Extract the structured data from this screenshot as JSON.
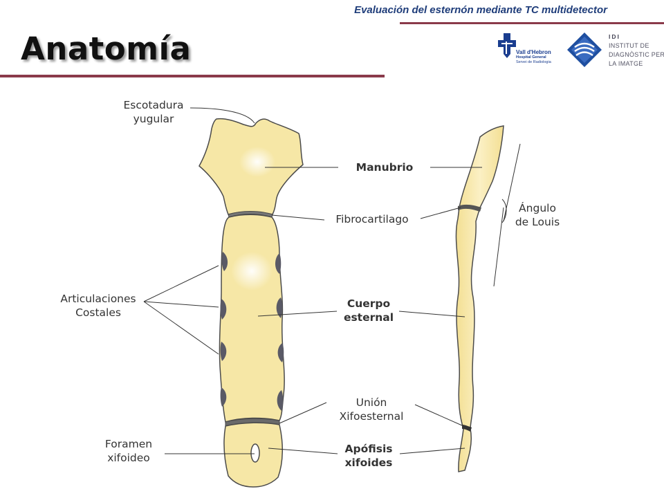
{
  "header": {
    "subtitle": "Evaluación del esternón mediante TC multidetector",
    "title": "Anatomía"
  },
  "logos": {
    "vall_hebron": {
      "name": "Vall d'Hebron",
      "line1": "Hospital General",
      "line2": "Servei de Radiologia"
    },
    "idi": {
      "abbr": "IDI",
      "line1": "INSTITUT DE",
      "line2": "DIAGNÒSTIC PER",
      "line3": "LA IMATGE"
    }
  },
  "labels": {
    "escotadura": {
      "line1": "Escotadura",
      "line2": "yugular"
    },
    "manubrio": "Manubrio",
    "fibrocartilago": "Fibrocartilago",
    "angulo": {
      "line1": "Ángulo",
      "line2": "de  Louis"
    },
    "articulaciones": {
      "line1": "Articulaciones",
      "line2": "Costales"
    },
    "cuerpo": {
      "line1": "Cuerpo",
      "line2": "esternal"
    },
    "union": {
      "line1": "Unión",
      "line2": "Xifoesternal"
    },
    "foramen": {
      "line1": "Foramen",
      "line2": "xifoideo"
    },
    "apofisis": {
      "line1": "Apófisis",
      "line2": "xifoides"
    }
  },
  "colors": {
    "bone": "#f6e7a6",
    "outline": "#4a4a4a",
    "notch": "#5a5a66",
    "accent_rule": "#8a3a4a",
    "subtitle": "#1f3d7a"
  }
}
